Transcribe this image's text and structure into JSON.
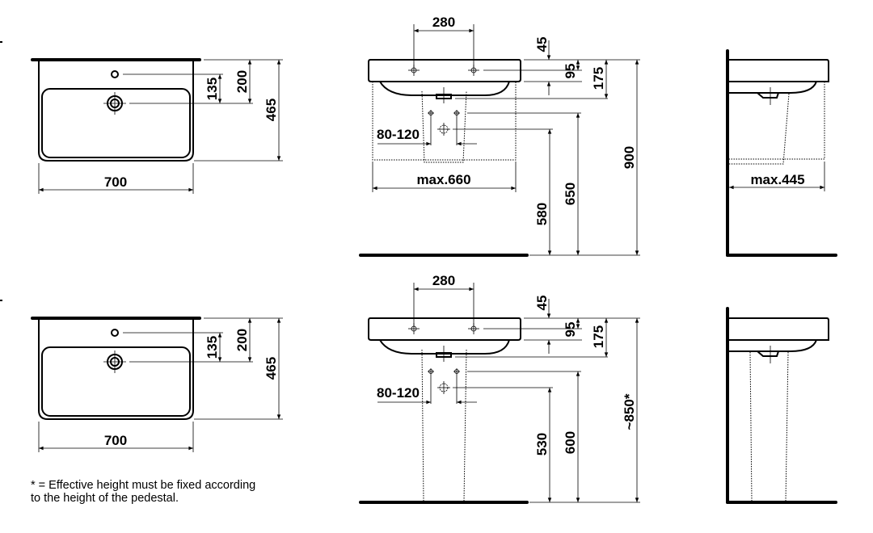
{
  "views": {
    "plan_top": {
      "width": "700",
      "depth": "465",
      "tap_to_drain": "135",
      "rim_to_drain": "200"
    },
    "front_top": {
      "tap_spacing": "280",
      "rim_to_tap": "45",
      "tap_to_underside": "95",
      "rim_to_waste": "175",
      "supply_spacing": "80-120",
      "cabinet_width": "max.660",
      "waste_height": "580",
      "supply_height": "650",
      "rim_height": "900"
    },
    "side_top": {
      "cabinet_depth": "max.445"
    },
    "plan_bottom": {
      "width": "700",
      "depth": "465",
      "tap_to_drain": "135",
      "rim_to_drain": "200"
    },
    "front_bottom": {
      "tap_spacing": "280",
      "rim_to_tap": "45",
      "tap_to_underside": "95",
      "rim_to_waste": "175",
      "supply_spacing": "80-120",
      "waste_height": "530",
      "supply_height": "600",
      "rim_height": "~850*"
    }
  },
  "footnote": {
    "line1": "* = Effective height must be fixed according",
    "line2": "to the height of the pedestal."
  }
}
